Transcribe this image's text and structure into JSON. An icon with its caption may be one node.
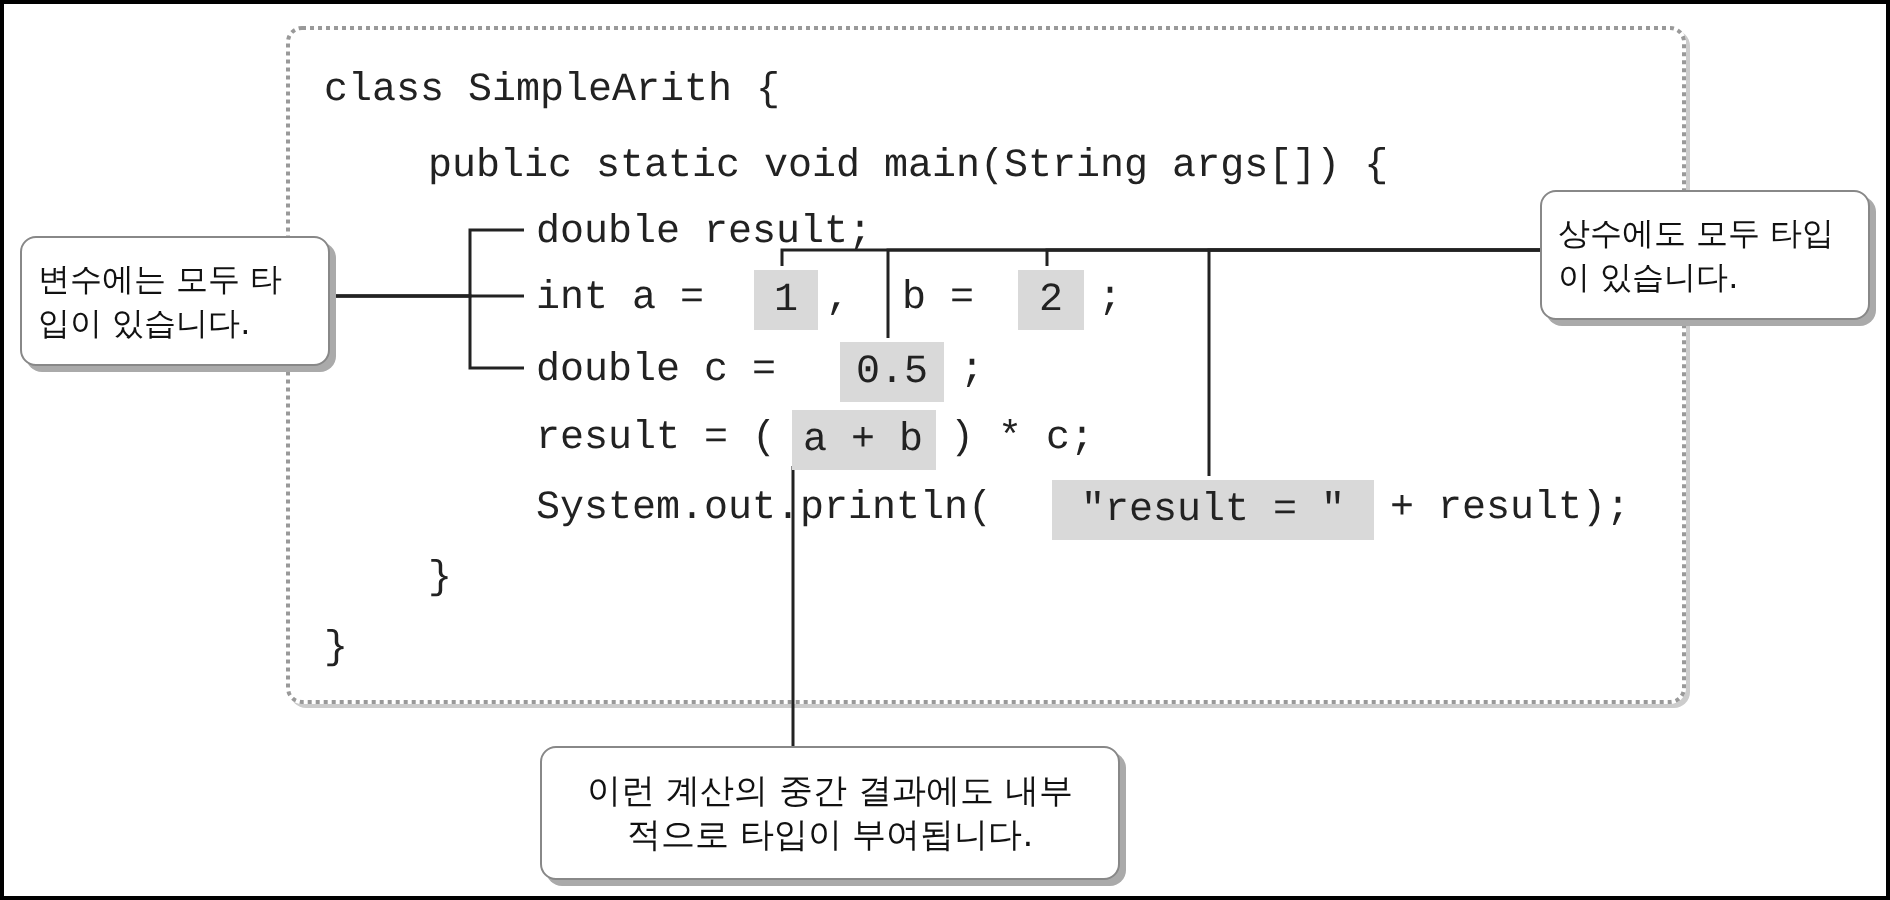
{
  "diagram": {
    "nodes": [
      {
        "text": [
          "class SimpleArith {",
          "public static void main(String args[]) {",
          "double result;",
          "int a =",
          ",",
          "b =",
          ";",
          "double c =",
          ";",
          "result = (",
          ") * c;",
          "System.out.println(",
          "+ result);",
          "}",
          "}"
        ]
      },
      {
        "text": [
          "1"
        ],
        "in": 0
      },
      {
        "text": [
          "2"
        ],
        "in": 0
      },
      {
        "text": [
          "0.5"
        ],
        "in": 0
      },
      {
        "text": [
          "a + b"
        ],
        "in": 0
      },
      {
        "text": [
          "\"result = \""
        ],
        "in": 0
      },
      {
        "text": [
          "변수에는 모두 타입이 있습니다."
        ]
      },
      {
        "text": [
          "상수에도 모두 타입이 있습니다."
        ]
      },
      {
        "text": [
          "이런 계산의 중간 결과에도 내부적으로 타입이 부여됩니다."
        ]
      }
    ],
    "edges": [
      {
        "from": 6,
        "to": null,
        "arrow": "none"
      },
      {
        "from": 6,
        "to": null,
        "arrow": "none"
      },
      {
        "from": 6,
        "to": null,
        "arrow": "none"
      },
      {
        "from": 7,
        "to": 1,
        "arrow": "none"
      },
      {
        "from": 7,
        "to": 3,
        "arrow": "none"
      },
      {
        "from": 7,
        "to": 2,
        "arrow": "none"
      },
      {
        "from": 7,
        "to": 5,
        "arrow": "none"
      },
      {
        "from": 8,
        "to": 4,
        "arrow": "none"
      }
    ]
  }
}
